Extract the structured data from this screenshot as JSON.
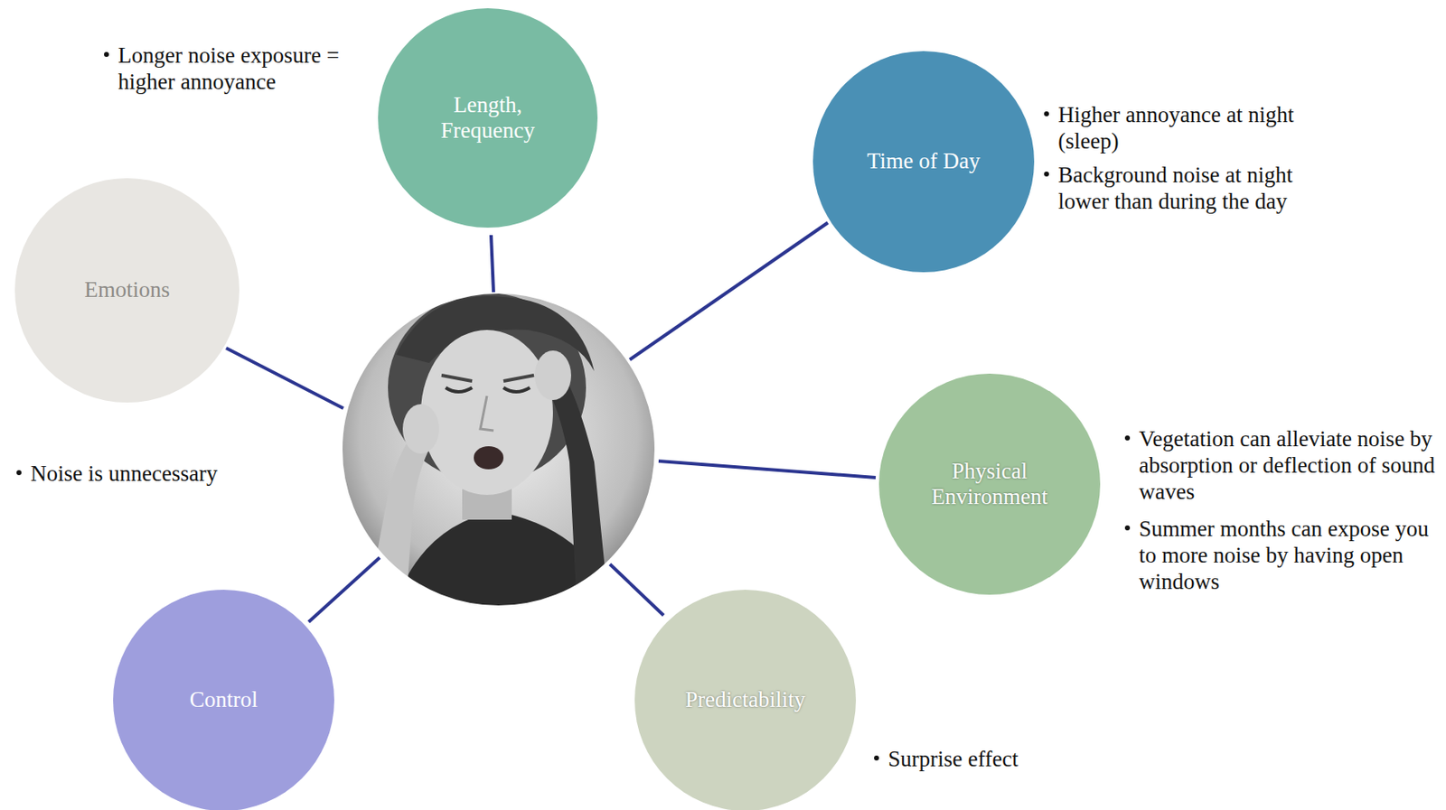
{
  "diagram": {
    "nodes": [
      {
        "text": [
          "Length, Frequency"
        ]
      },
      {
        "text": [
          "Time of Day"
        ]
      },
      {
        "text": [
          "Emotions"
        ]
      },
      {
        "text": [
          "Physical Environment"
        ]
      },
      {
        "text": [
          "Control"
        ]
      },
      {
        "text": [
          "Predictability"
        ]
      }
    ],
    "labels": [
      "Longer noise exposure = higher annoyance",
      "Higher annoyance at night (sleep)",
      "Background noise at night lower than during the day",
      "Noise is unnecessary",
      "Vegetation can alleviate noise by absorption or deflection of sound waves",
      "Summer months can expose you to more noise by having open windows",
      "Surprise effect"
    ]
  }
}
